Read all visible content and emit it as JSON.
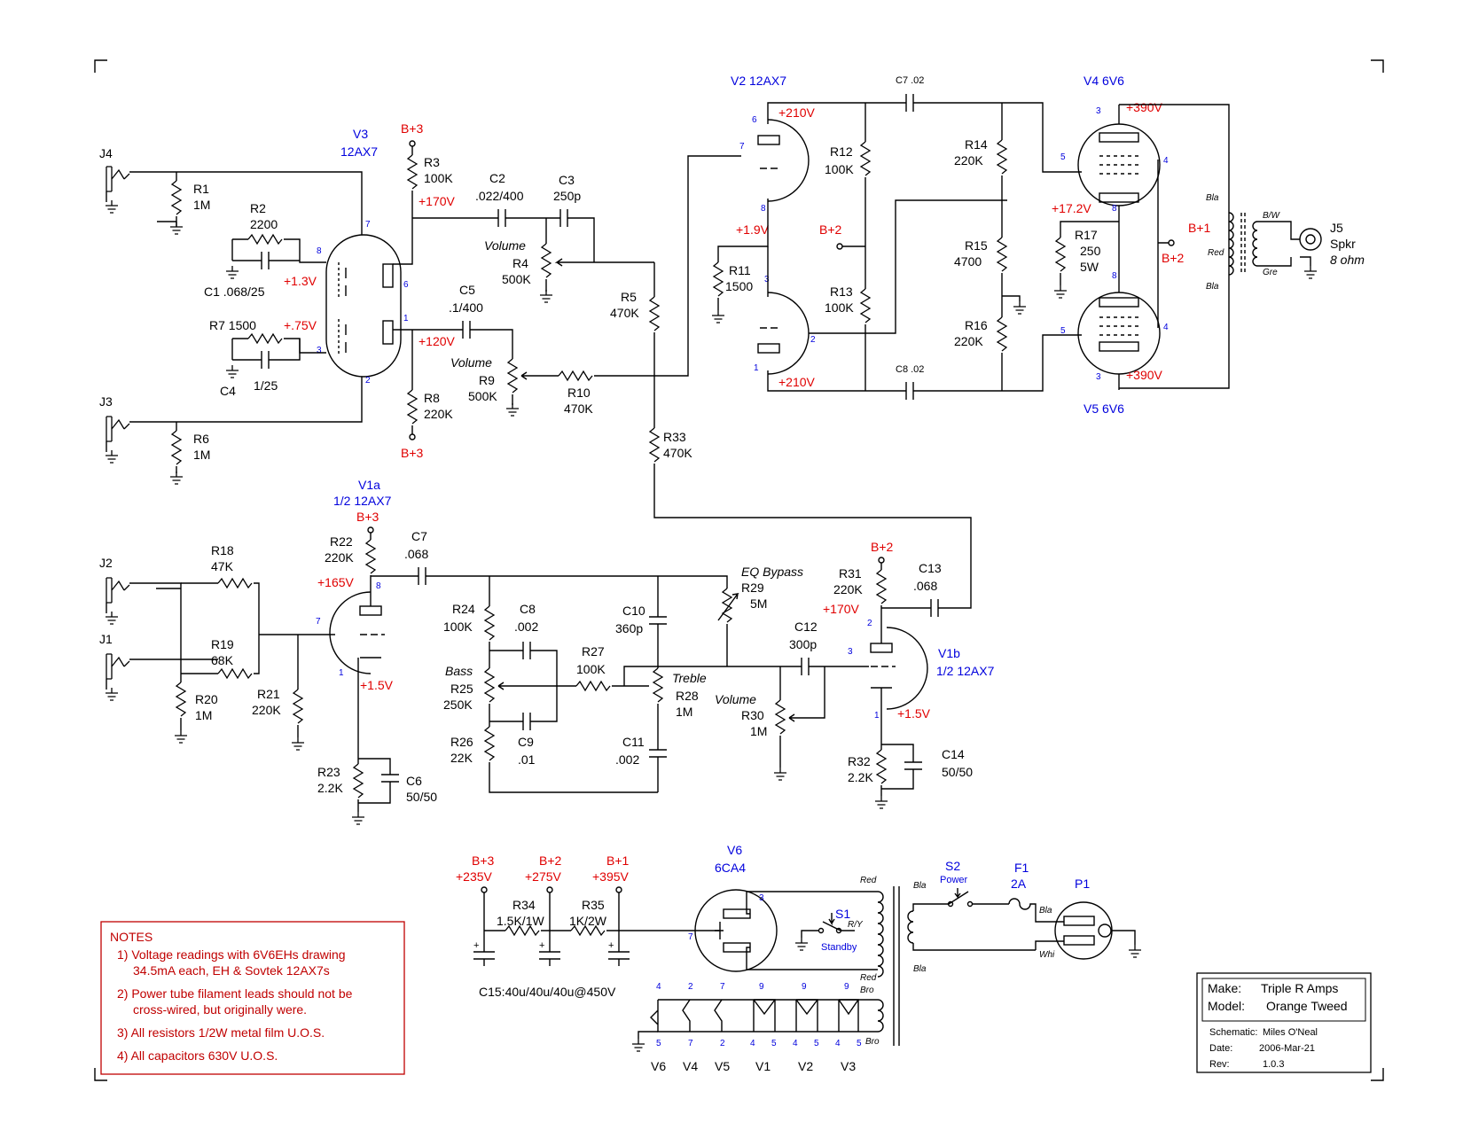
{
  "jacks": {
    "j4": "J4",
    "j3": "J3",
    "j2": "J2",
    "j1": "J1",
    "j5": "J5",
    "j5_sub": "Spkr",
    "j5_ohm": "8 ohm"
  },
  "tubes": {
    "v3": "V3",
    "v3_type": "12AX7",
    "v2": "V2 12AX7",
    "v4": "V4 6V6",
    "v5": "V5 6V6",
    "v1a": "V1a",
    "v1a_type": "1/2 12AX7",
    "v1b": "V1b",
    "v1b_type": "1/2 12AX7",
    "v6": "V6",
    "v6_type": "6CA4"
  },
  "pins": [
    "7",
    "8",
    "6",
    "3",
    "1",
    "2",
    "6",
    "7",
    "8",
    "3",
    "2",
    "1",
    "3",
    "5",
    "4",
    "8",
    "8",
    "5",
    "4",
    "3",
    "8",
    "7",
    "1",
    "2",
    "3",
    "1",
    "3",
    "7"
  ],
  "rails": {
    "b3": "B+3",
    "b2": "B+2",
    "b1": "B+1",
    "b3v": "+235V",
    "b2v": "+275V",
    "b1v": "+395V"
  },
  "volts": {
    "v170": "+170V",
    "v13": "+1.3V",
    "v075": "+.75V",
    "v120": "+120V",
    "v210": "+210V",
    "v19": "+1.9V",
    "v390": "+390V",
    "v172": "+17.2V",
    "v165": "+165V",
    "v15": "+1.5V"
  },
  "components": {
    "r1": "R1",
    "r1v": "1M",
    "r2": "R2",
    "r2v": "2200",
    "c1": "C1 .068/25",
    "r7": "R7 1500",
    "c4": "C4",
    "c4v": "1/25",
    "r6": "R6",
    "r6v": "1M",
    "r3": "R3",
    "r3v": "100K",
    "r8": "R8",
    "r8v": "220K",
    "c2": "C2",
    "c2v": ".022/400",
    "c3": "C3",
    "c3v": "250p",
    "vol1": "Volume",
    "r4": "R4",
    "r4v": "500K",
    "c5": "C5",
    "c5v": ".1/400",
    "vol2": "Volume",
    "r9": "R9",
    "r9v": "500K",
    "r10": "R10",
    "r10v": "470K",
    "r5": "R5",
    "r5v": "470K",
    "r33": "R33",
    "r33v": "470K",
    "r11": "R11",
    "r11v": "1500",
    "r12": "R12",
    "r12v": "100K",
    "r13": "R13",
    "r13v": "100K",
    "c7a": "C7 .02",
    "c8a": "C8 .02",
    "r14": "R14",
    "r14v": "220K",
    "r15": "R15",
    "r15v": "4700",
    "r16": "R16",
    "r16v": "220K",
    "r17": "R17",
    "r17v": "250",
    "r17w": "5W",
    "t_bw": "B/W",
    "t_red": "Red",
    "t_gre": "Gre",
    "t_bla1": "Bla",
    "t_bla2": "Bla",
    "r18": "R18",
    "r18v": "47K",
    "r19": "R19",
    "r19v": "68K",
    "r20": "R20",
    "r20v": "1M",
    "r21": "R21",
    "r21v": "220K",
    "r22": "R22",
    "r22v": "220K",
    "c7": "C7",
    "c7v": ".068",
    "r23": "R23",
    "r23v": "2.2K",
    "c6": "C6",
    "c6v": "50/50",
    "r24": "R24",
    "r24v": "100K",
    "c8": "C8",
    "c8v": ".002",
    "bass": "Bass",
    "r25": "R25",
    "r25v": "250K",
    "r26": "R26",
    "r26v": "22K",
    "c9": "C9",
    "c9v": ".01",
    "r27": "R27",
    "r27v": "100K",
    "c10": "C10",
    "c10v": "360p",
    "treble": "Treble",
    "r28": "R28",
    "r28v": "1M",
    "c11": "C11",
    "c11v": ".002",
    "eq": "EQ Bypass",
    "r29": "R29",
    "r29v": "5M",
    "c12": "C12",
    "c12v": "300p",
    "vol3": "Volume",
    "r30": "R30",
    "r30v": "1M",
    "r31": "R31",
    "r31v": "220K",
    "c13": "C13",
    "c13v": ".068",
    "r32": "R32",
    "r32v": "2.2K",
    "c14": "C14",
    "c14v": "50/50",
    "r34": "R34",
    "r34v": "1.5K/1W",
    "r35": "R35",
    "r35v": "1K/2W",
    "c15": "C15:40u/40u/40u@450V",
    "s1": "S1",
    "standby": "Standby",
    "s2": "S2",
    "power": "Power",
    "f1": "F1",
    "f1v": "2A",
    "p1": "P1",
    "pt_red1": "Red",
    "pt_ry": "R/Y",
    "pt_red2": "Red",
    "pt_bro1": "Bro",
    "pt_bro2": "Bro",
    "pt_bla1": "Bla",
    "pt_bla2": "Bla",
    "p_bla": "Bla",
    "p_whi": "Whi",
    "fil_top": [
      "4",
      "2",
      "7",
      "9",
      "9",
      "9"
    ],
    "fil_bot": [
      "5",
      "7",
      "2",
      "4",
      "5",
      "4",
      "5",
      "4",
      "5"
    ],
    "fil_tubes": [
      "V6",
      "V4",
      "V5",
      "V1",
      "V2",
      "V3"
    ]
  },
  "notes": {
    "title": "NOTES",
    "n1a": "1) Voltage readings with 6V6EHs drawing",
    "n1b": "34.5mA each, EH & Sovtek 12AX7s",
    "n2a": "2) Power tube filament leads should not be",
    "n2b": "cross-wired, but originally were.",
    "n3": "3) All resistors 1/2W metal film U.O.S.",
    "n4": "4) All capacitors 630V U.O.S."
  },
  "titleblock": {
    "make_k": "Make:",
    "make_v": "Triple R Amps",
    "model_k": "Model:",
    "model_v": "Orange Tweed",
    "schem_k": "Schematic:",
    "schem_v": "Miles O'Neal",
    "date_k": "Date:",
    "date_v": "2006-Mar-21",
    "rev_k": "Rev:",
    "rev_v": "1.0.3"
  },
  "colors": {
    "wire": "#000000",
    "voltage": "#e00000",
    "tube_label": "#0000dd",
    "notes": "#c00000"
  }
}
